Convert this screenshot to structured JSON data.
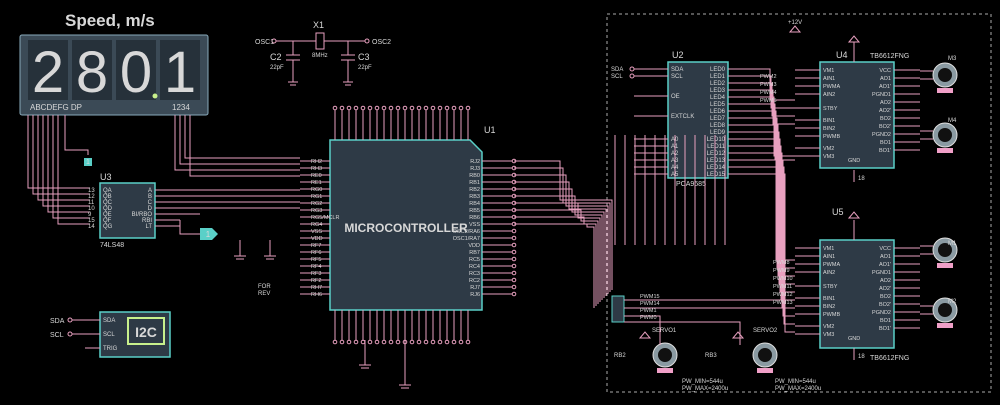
{
  "display": {
    "title": "Speed, m/s",
    "digits": "28",
    "digit3": "0",
    "digit4": "1",
    "seg_label": "ABCDEFG DP",
    "pos_label": "1234"
  },
  "crystal": {
    "ref": "X1",
    "freq": "8MHz",
    "osc1": "OSC1",
    "osc2": "OSC2",
    "c2": "C2",
    "c2v": "22pF",
    "c3": "C3",
    "c3v": "22pF"
  },
  "u1": {
    "ref": "U1",
    "name": "MICROCONTROLLER",
    "left_pins": [
      "RH2",
      "RH3",
      "RE0",
      "RE1",
      "RG0",
      "RG1",
      "RG2",
      "RG3",
      "RG5/MCLR",
      "RG4",
      "VSS",
      "VDD",
      "RF7",
      "RF6",
      "RF5",
      "RF4",
      "RF3",
      "RF2",
      "RH7",
      "RH6"
    ],
    "right_pins": [
      "RJ2",
      "RJ3",
      "RB0",
      "RB1",
      "RB2",
      "RB3",
      "RB4",
      "RB5",
      "RB6",
      "VSS",
      "OSC2/RA6",
      "OSC1/RA7",
      "VDD",
      "RB7",
      "RC5",
      "RC4",
      "RC3",
      "RC2",
      "RJ7",
      "RJ6"
    ],
    "for": "FOR",
    "rev": "REV"
  },
  "u3": {
    "ref": "U3",
    "part": "74LS48",
    "left": [
      "QA",
      "QB",
      "QC",
      "QD",
      "QE",
      "QF",
      "QG"
    ],
    "left_num": [
      "13",
      "12",
      "11",
      "10",
      "9",
      "15",
      "14"
    ],
    "right": [
      "A",
      "B",
      "C",
      "D",
      "BI/RBO",
      "RBI",
      "LT"
    ],
    "tag": "1",
    "tag2": "1"
  },
  "i2c": {
    "label": "I2C",
    "sda": "SDA",
    "scl": "SCL",
    "trig": "TRIG",
    "pin_sda": "SDA",
    "pin_scl": "SCL",
    "pin_trig": "TRIG"
  },
  "u2": {
    "ref": "U2",
    "part": "PCA9685",
    "sda": "SDA",
    "scl": "SCL",
    "left": [
      "SDA",
      "SCL",
      "OE",
      "EXTCLK",
      "A0",
      "A1",
      "A2",
      "A3",
      "A4",
      "A5"
    ],
    "right": [
      "LED0",
      "LED1",
      "LED2",
      "LED3",
      "LED4",
      "LED5",
      "LED6",
      "LED7",
      "LED8",
      "LED9",
      "LED10",
      "LED11",
      "LED12",
      "LED13",
      "LED14",
      "LED15"
    ]
  },
  "u4": {
    "ref": "U4",
    "part": "TB6612FNG",
    "motor_a": "M3",
    "motor_b": "M4"
  },
  "u5": {
    "ref": "U5",
    "part": "TB6612FNG",
    "motor_a": "M1",
    "motor_b": "M2"
  },
  "driver_left": [
    "VM1",
    "AIN1",
    "PWMA",
    "AIN2",
    "STBY",
    "BIN1",
    "BIN2",
    "PWMB",
    "VM2",
    "VM3"
  ],
  "driver_right": [
    "VCC",
    "AO1",
    "AO1'",
    "PGND1",
    "AO2",
    "AO2'",
    "BO2",
    "BO2'",
    "PGND2",
    "BO1",
    "BO1'"
  ],
  "driver_top": "VCC",
  "driver_gnd": "GND",
  "supply": "+12V",
  "pwm_u4": [
    "PWM2",
    "PWM3",
    "PWM4",
    "PWM5"
  ],
  "pwm_u5": [
    "PWM8",
    "PWM9",
    "PWM10",
    "PWM11",
    "PWM12",
    "PWM13"
  ],
  "pwm_servo": [
    "PWM15",
    "PWM14",
    "PWM1",
    "PWM0"
  ],
  "servo1": {
    "ref": "SERVO1",
    "pin": "RB2",
    "min": "PW_MIN=544u",
    "max": "PW_MAX=2400u"
  },
  "servo2": {
    "ref": "SERVO2",
    "pin": "RB3",
    "min": "PW_MIN=544u",
    "max": "PW_MAX=2400u"
  },
  "gnd_num": "18",
  "colors": {
    "bg": "#000000",
    "wire": "#e8a0bf",
    "chip": "#2e3a46",
    "outline": "#5ad0c8",
    "digit": "#c8f08c"
  }
}
